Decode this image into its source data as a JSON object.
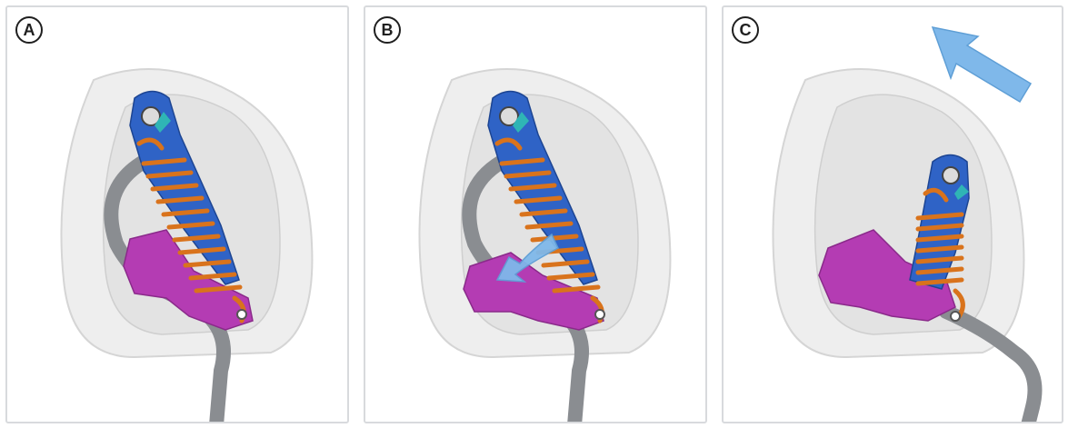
{
  "panels": [
    {
      "label": "A"
    },
    {
      "label": "B"
    },
    {
      "label": "C"
    }
  ],
  "colors": {
    "housing": "#ececec",
    "bracket": "#2f63c6",
    "spring": "#d9731c",
    "clip": "#b43cb3",
    "tab": "#2fb5b5",
    "cable": "#8a8d91",
    "arrow": "#7fb8ea"
  },
  "icons": [
    "curved-arrow-icon",
    "diagonal-arrow-icon"
  ]
}
